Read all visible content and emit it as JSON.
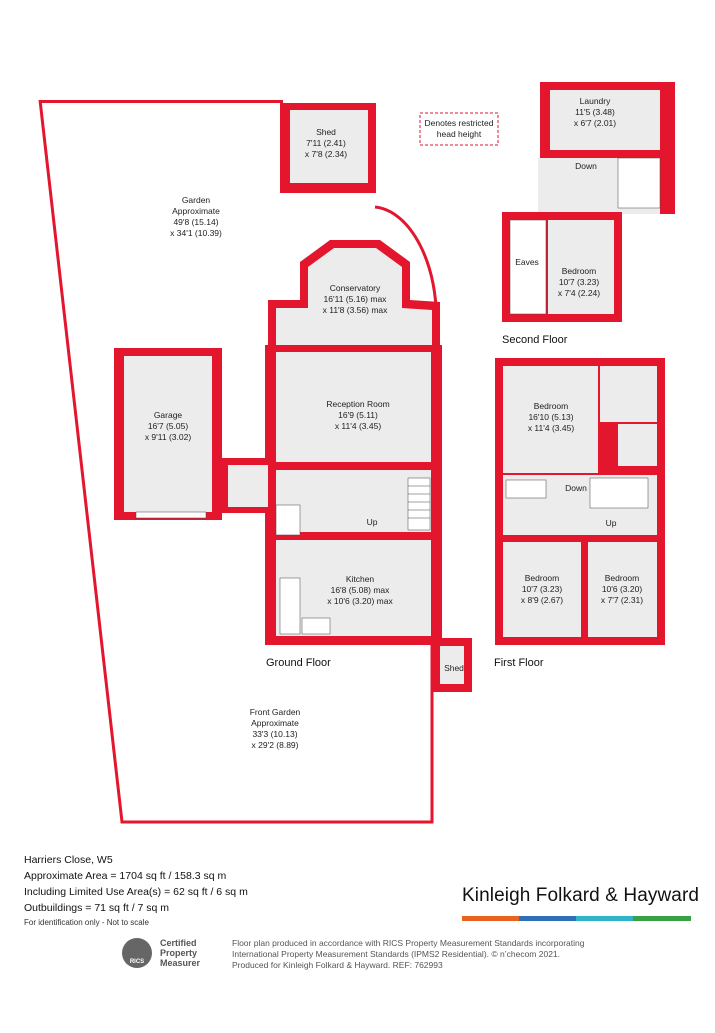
{
  "rooms": {
    "shed_top": {
      "name": "Shed",
      "dims1": "7'11 (2.41)",
      "dims2": "x 7'8 (2.34)"
    },
    "garden": {
      "name": "Garden",
      "sub": "Approximate",
      "dims1": "49'8 (15.14)",
      "dims2": "x 34'1 (10.39)"
    },
    "conservatory": {
      "name": "Conservatory",
      "dims1": "16'11 (5.16) max",
      "dims2": "x 11'8 (3.56) max"
    },
    "reception": {
      "name": "Reception Room",
      "dims1": "16'9 (5.11)",
      "dims2": "x 11'4 (3.45)"
    },
    "garage": {
      "name": "Garage",
      "dims1": "16'7 (5.05)",
      "dims2": "x 9'11 (3.02)"
    },
    "kitchen": {
      "name": "Kitchen",
      "dims1": "16'8 (5.08) max",
      "dims2": "x 10'6 (3.20) max"
    },
    "front_garden": {
      "name": "Front Garden",
      "sub": "Approximate",
      "dims1": "33'3 (10.13)",
      "dims2": "x 29'2 (8.89)"
    },
    "shed_front": {
      "name": "Shed"
    },
    "laundry": {
      "name": "Laundry",
      "dims1": "11'5 (3.48)",
      "dims2": "x 6'7 (2.01)"
    },
    "bedroom_second": {
      "name": "Bedroom",
      "dims1": "10'7 (3.23)",
      "dims2": "x 7'4 (2.24)"
    },
    "eaves": {
      "name": "Eaves"
    },
    "bedroom_first_main": {
      "name": "Bedroom",
      "dims1": "16'10 (5.13)",
      "dims2": "x 11'4 (3.45)"
    },
    "bedroom_first_left": {
      "name": "Bedroom",
      "dims1": "10'7 (3.23)",
      "dims2": "x 8'9 (2.67)"
    },
    "bedroom_first_right": {
      "name": "Bedroom",
      "dims1": "10'6 (3.20)",
      "dims2": "x 7'7 (2.31)"
    }
  },
  "stairs": {
    "up_ground": "Up",
    "down_second": "Down",
    "down_first": "Down",
    "up_first": "Up"
  },
  "floors": {
    "ground": "Ground Floor",
    "first": "First Floor",
    "second": "Second Floor"
  },
  "legend": {
    "line1": "Denotes restricted",
    "line2": "head height"
  },
  "footer": {
    "address": "Harriers Close, W5",
    "area": "Approximate Area = 1704 sq ft / 158.3 sq m",
    "limited": "Including Limited Use Area(s) = 62 sq ft / 6 sq m",
    "outbuildings": "Outbuildings = 71 sq ft / 7 sq m",
    "note": "For identification only - Not to scale"
  },
  "brand": {
    "name": "Kinleigh Folkard & Hayward",
    "stripe_colors": [
      "#e8641e",
      "#2e6fb7",
      "#2fb3c8",
      "#3aa046"
    ]
  },
  "rics": {
    "badge": "RICS",
    "line1": "Certified",
    "line2": "Property",
    "line3": "Measurer"
  },
  "certification": {
    "line1": "Floor plan produced in accordance with RICS Property Measurement Standards incorporating",
    "line2": "International Property Measurement Standards (IPMS2 Residential).  © n’checom 2021.",
    "line3": "Produced for Kinleigh Folkard & Hayward.   REF: 762993"
  },
  "colors": {
    "wall": "#e3162e",
    "floor": "#ececec",
    "line": "#444444"
  }
}
